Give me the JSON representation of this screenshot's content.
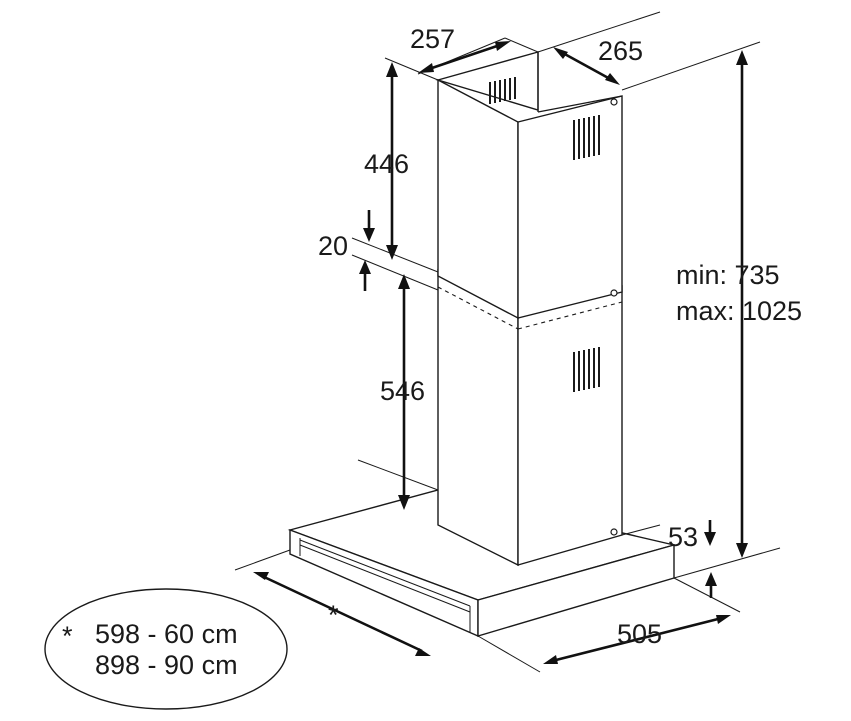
{
  "dimensions": {
    "chimney_width": "257",
    "chimney_depth": "265",
    "upper_chimney_height": "446",
    "overlap": "20",
    "lower_chimney_height": "546",
    "total_height_min": "min: 735",
    "total_height_max": "max: 1025",
    "canopy_thickness": "53",
    "canopy_depth": "505",
    "canopy_width_marker": "*"
  },
  "width_note": {
    "marker": "*",
    "line1": "598 - 60 cm",
    "line2": "898 - 90 cm"
  }
}
